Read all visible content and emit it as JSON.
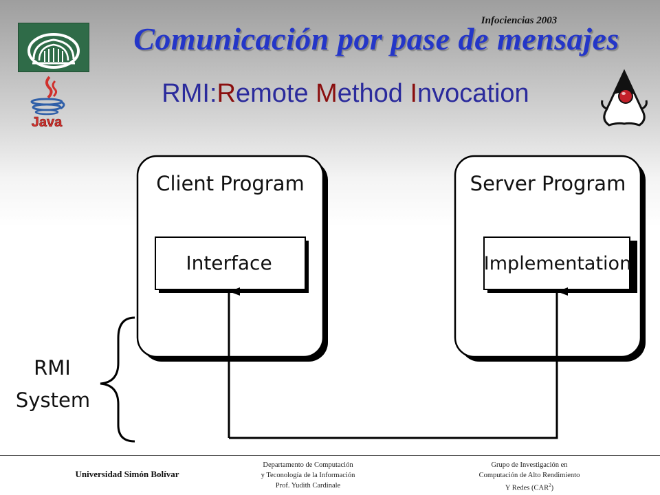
{
  "header": {
    "conference": "Infociencias 2003",
    "title": "Comunicación por pase de mensajes",
    "subtitle_parts": [
      "RMI:",
      "R",
      "emote ",
      "M",
      "ethod ",
      "I",
      "nvocation"
    ]
  },
  "logos": {
    "java_text": "Java"
  },
  "diagram": {
    "client_title": "Client Program",
    "client_inner": "Interface",
    "server_title": "Server Program",
    "server_inner": "Implementation",
    "rmi_line1": "RMI",
    "rmi_line2": "System"
  },
  "footer": {
    "university": "Universidad Simón Bolívar",
    "dept_line1": "Departamento  de Computación",
    "dept_line2": "y Teconología  de la Información",
    "dept_line3": "Prof. Yudith Cardinale",
    "group_line1": "Grupo de Investigación  en",
    "group_line2": "Computación  de Alto  Rendimiento",
    "group_line3_prefix": "Y Redes (CAR",
    "group_line3_sup": "2",
    "group_line3_suffix": ")"
  },
  "colors": {
    "title": "#2436c8",
    "subtitle": "#2a2a9c",
    "subtitle_highlight": "#8a0f0f",
    "usb_logo": "#2f6b48",
    "java_red": "#d0312d"
  }
}
